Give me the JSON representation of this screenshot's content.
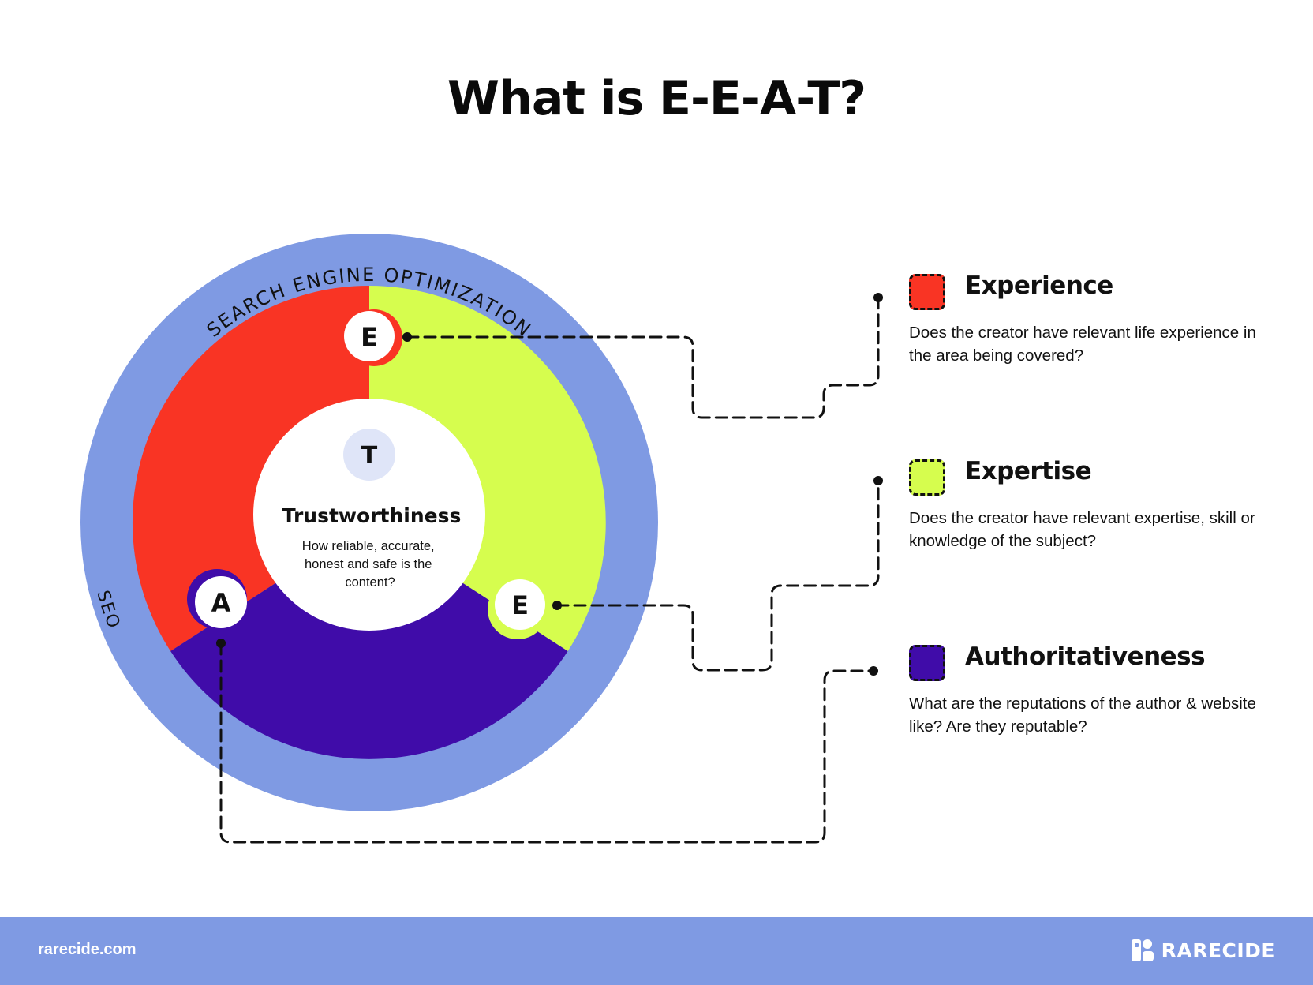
{
  "title": "What is E-E-A-T?",
  "ring": {
    "outer_text": "SEARCH ENGINE OPTIMIZATION",
    "lower_text": "SEO"
  },
  "center": {
    "letter": "T",
    "heading": "Trustworthiness",
    "description": "How reliable, accurate, honest and safe is the content?",
    "description_lines": [
      "How reliable, accurate,",
      "honest and safe is the",
      "content?"
    ]
  },
  "segments": [
    {
      "letter": "E",
      "color": "#f93424"
    },
    {
      "letter": "E",
      "color": "#d6fd4e"
    },
    {
      "letter": "A",
      "color": "#400ca9"
    }
  ],
  "legend": [
    {
      "title": "Experience",
      "description": "Does the creator have relevant life experience in the area being covered?",
      "color": "#f93424"
    },
    {
      "title": "Expertise",
      "description": "Does the creator have relevant expertise, skill or knowledge of the subject?",
      "color": "#d6fd4e"
    },
    {
      "title": "Authoritativeness",
      "description": "What are the reputations of the author & website like? Are they reputable?",
      "color": "#400ca9"
    }
  ],
  "colors": {
    "outer_ring": "#7f9ae3",
    "center_badge": "#dfe5f8",
    "connector": "#111111"
  },
  "footer": {
    "url": "rarecide.com",
    "brand": "RARECIDE",
    "brand_icon": "rarecide-logo-icon"
  }
}
